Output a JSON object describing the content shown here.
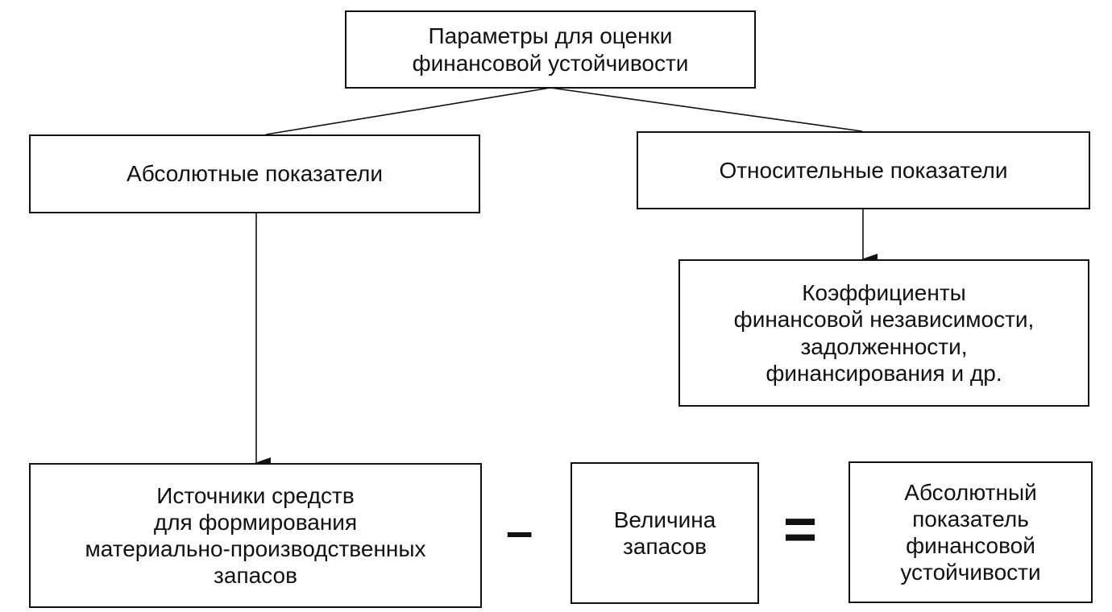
{
  "nodes": {
    "root": "Параметры для оценки\nфинансовой устойчивости",
    "absolute": "Абсолютные показатели",
    "relative": "Относительные показатели",
    "coefficients": "Коэффициенты\nфинансовой независимости,\nзадолженности,\nфинансирования и др.",
    "sources": "Источники средств\nдля формирования\nматериально-производственных\nзапасов",
    "inventory": "Величина\nзапасов",
    "result": "Абсолютный\nпоказатель\nфинансовой\nустойчивости"
  },
  "operators": {
    "minus": "–",
    "equals": "="
  }
}
